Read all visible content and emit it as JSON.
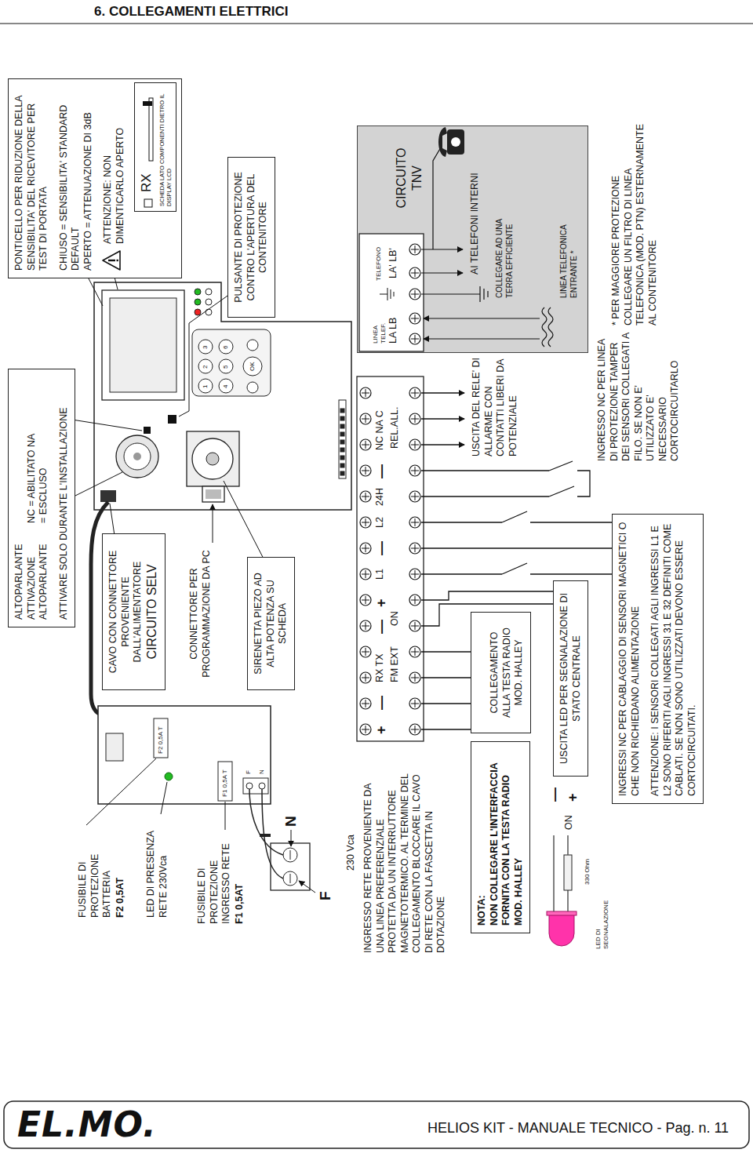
{
  "diagram": {
    "title": "6. COLLEGAMENTI ELETTRICI",
    "nodes": [
      {
        "text": [
          "ALTOPARLANTE",
          "ATTIVAZIONE ALTOPARLANTE",
          "NC = ABILITATO NA = ESCLUSO",
          "ATTIVARE SOLO DURANTE L'INSTALLAZIONE"
        ]
      },
      {
        "text": [
          "PONTICELLO PER RIDUZIONE DELLA SENSIBILITA' DEL RICEVITORE PER TEST DI PORTATA",
          "CHIUSO = SENSIBILITA' STANDARD DEFAULT",
          "APERTO = ATTENUAZIONE DI 3dB",
          "ATTENZIONE: NON DIMENTICARLO APERTO"
        ]
      },
      {
        "text": [
          "RX",
          "SCHEDA LATO COMPONENTI DIETRO IL DISPLAY LCD"
        ],
        "in": 1
      },
      {
        "text": [
          "CAVO CON CONNETTORE PROVENIENTE DALL'ALIMENTATORE",
          "CIRCUITO SELV"
        ]
      },
      {
        "text": [
          "SIRENETTA PIEZO AD ALTA POTENZA SU SCHEDA"
        ]
      },
      {
        "text": [
          "PULSANTE DI PROTEZIONE CONTRO L'APERTURA DEL CONTENITORE"
        ]
      },
      {
        "text": [
          "NOTA:",
          "NON COLLEGARE L'INTERFACCIA FORNITA CON LA TESTA RADIO MOD. HALLEY"
        ]
      },
      {
        "text": [
          "COLLEGAMENTO ALLA TESTA RADIO MOD. HALLEY"
        ]
      },
      {
        "text": [
          "USCITA LED PER SEGNALAZIONE DI STATO CENTRALE"
        ]
      },
      {
        "text": [
          "INGRESSI NC PER CABLAGGIO DI SENSORI MAGNETICI O CHE NON RICHIEDANO ALIMENTAZIONE",
          "ATTENZIONE: I SENSORI COLLEGATI AGLI INGRESSI L1 E L2 SONO RIFERITI AGLI INGRESSI 31 E 32 DEFINITI COME CABLATI. SE NON SONO UTILIZZATI DEVONO ESSERE CORTOCIRCUITATI."
        ]
      },
      {
        "text": [
          "CIRCUITO TNV"
        ]
      }
    ],
    "labels": [
      "FUSIBILE DI PROTEZIONE BATTERIA",
      "F2 0,5AT",
      "LED DI PRESENZA RETE 230Vca",
      "FUSIBILE DI PROTEZIONE INGRESSO RETE",
      "F1 0,5AT",
      "F2 0,5A T",
      "F1 0,5A T",
      "F",
      "N",
      "F",
      "N",
      "230 Vca",
      "INGRESSO RETE PROVENIENTE DA UNA LINEA PREFERENZIALE PROTETTA DA UN INTERRUTTORE MAGNETOTERMICO. AL TERMINE DEL COLLEGAMENTO BLOCCARE IL CAVO DI RETE CON LA FASCETTA IN DOTAZIONE",
      "CONNETTORE PER PROGRAMMAZIONE DA PC",
      "+",
      "—",
      "RX TX",
      "FM EXT",
      "—",
      "+",
      "ON",
      "L1",
      "—",
      "L2",
      "24H",
      "—",
      "NC NA C",
      "REL.ALL.",
      "LINEA TELEF.",
      "TELEFONO",
      "LA LB",
      "LA' LB'",
      "USCITA DEL RELE' DI ALLARME CON CONTATTI LIBERI DA POTENZIALE",
      "AI TELEFONI INTERNI",
      "COLLEGARE AD UNA TERRA EFFICIENTE",
      "LINEA TELEFONICA ENTRANTE *",
      "INGRESSO NC PER LINEA DI PROTEZIONE TAMPER DEI SENSORI COLLEGATI A FILO. SE NON E' UTILIZZATO E' NECESSARIO CORTOCIRCUITARLO",
      "* PER MAGGIORE PROTEZIONE COLLEGARE UN FILTRO DI LINEA TELEFONICA (MOD. PTN) ESTERNAMENTE AL CONTENITORE",
      "ON",
      "—",
      "+",
      "330 Ohm",
      "LED DI SEGNALAZIONE",
      "1",
      "2",
      "3",
      "4",
      "5",
      "6",
      "OK",
      "HELIOS KIT - MANUALE TECNICO - Pag. n. 11",
      "EL.MO."
    ]
  }
}
